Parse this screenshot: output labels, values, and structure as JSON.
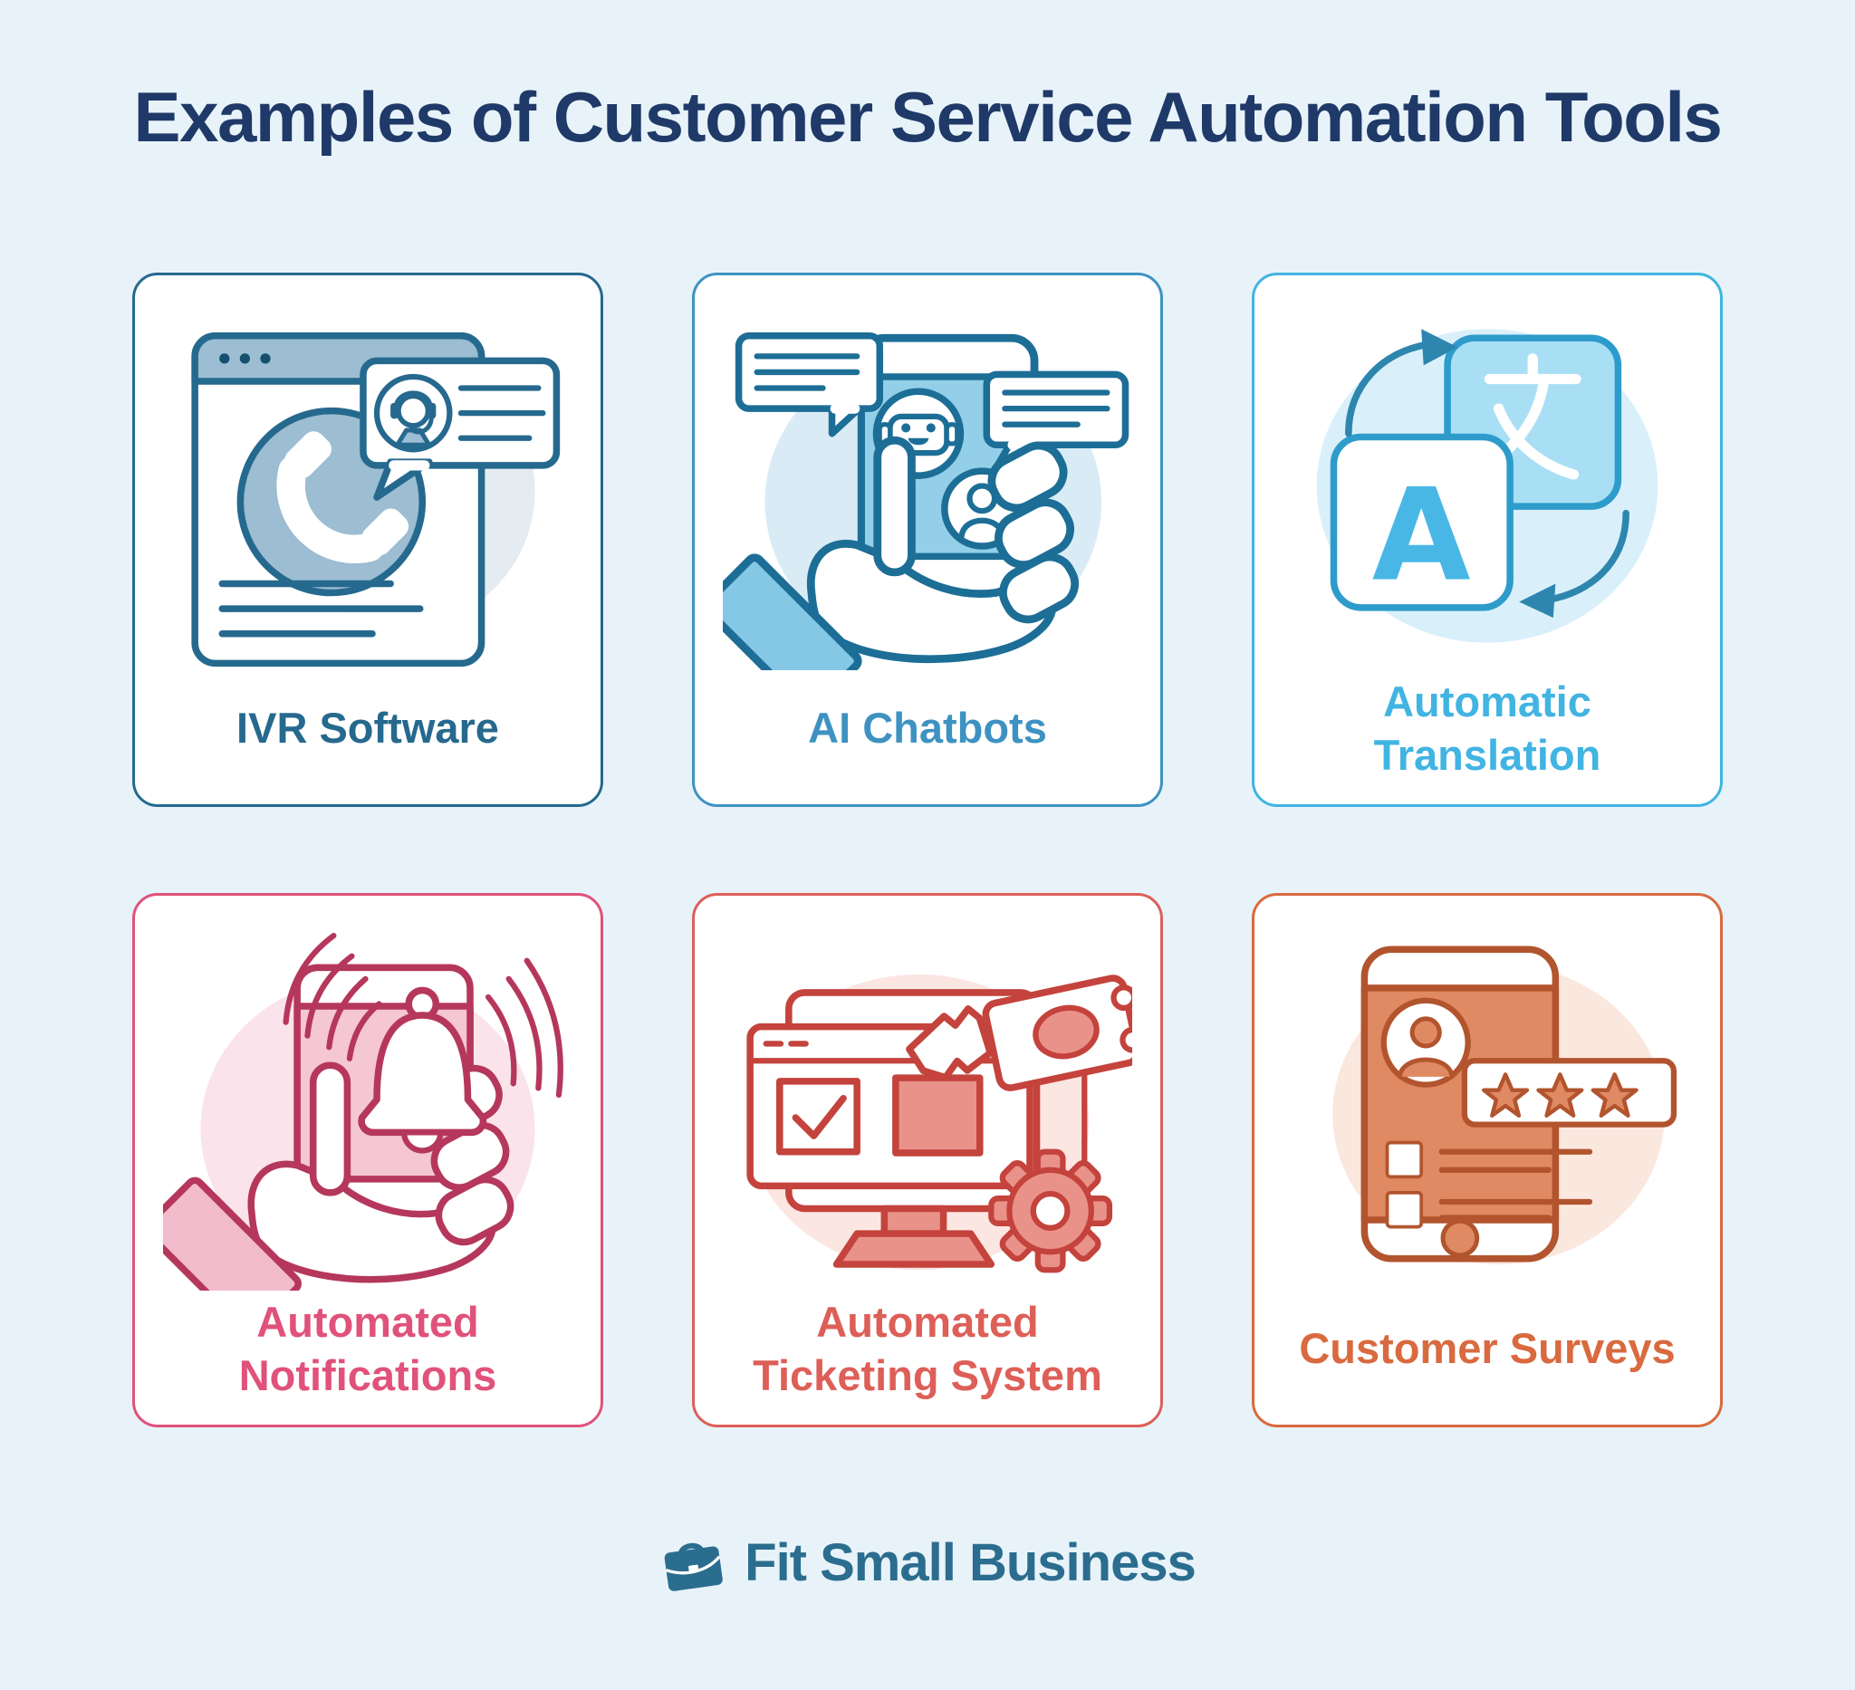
{
  "page": {
    "title": "Examples of Customer Service Automation Tools",
    "colors": {
      "background": "#E8F3F9",
      "title": "#1F3968"
    }
  },
  "cards": [
    {
      "id": "ivr-software",
      "label": "IVR Software",
      "icon": "browser-phone-call-icon",
      "colors": {
        "accent": "#26698E",
        "stroke": "#26698E",
        "fill": "#9CBDD2",
        "light": "#E4EBF1"
      }
    },
    {
      "id": "ai-chatbots",
      "label": "AI Chatbots",
      "icon": "hand-phone-chatbot-icon",
      "colors": {
        "accent": "#3E92C2",
        "stroke": "#1D6E96",
        "fill": "#93CFE8",
        "light": "#D9ECF6",
        "sleeve": "#85C8E6"
      }
    },
    {
      "id": "automatic-translation",
      "label": "Automatic Translation",
      "icon": "language-translation-icon",
      "glyphs": {
        "latin_letter": "A",
        "cjk_character": "文"
      },
      "colors": {
        "accent": "#41B4E2",
        "stroke": "#2E9CCB",
        "fill": "#A9DFF5",
        "light": "#D9F0FA",
        "letter": "#49B7E6",
        "arrow": "#2E86AE"
      }
    },
    {
      "id": "automated-notifications",
      "label": "Automated Notifications",
      "icon": "hand-phone-bell-icon",
      "colors": {
        "accent": "#E0527A",
        "stroke": "#B5375C",
        "fill": "#F5C6D4",
        "light": "#FAE3EB",
        "sleeve": "#F3BCCD"
      }
    },
    {
      "id": "automated-ticketing-system",
      "label": "Automated Ticketing System",
      "icon": "monitor-ticket-gear-icon",
      "colors": {
        "accent": "#DD5F58",
        "stroke": "#C4433C",
        "fill": "#E9928A",
        "light": "#FBE6E2"
      }
    },
    {
      "id": "customer-surveys",
      "label": "Customer Surveys",
      "icon": "phone-rating-survey-icon",
      "colors": {
        "accent": "#D96A3F",
        "stroke": "#B2542E",
        "fill": "#DF8A63",
        "light": "#FAE7DE"
      }
    }
  ],
  "footer": {
    "brand": "Fit Small Business",
    "icon": "briefcase-icon",
    "color": "#2B6D8F"
  }
}
